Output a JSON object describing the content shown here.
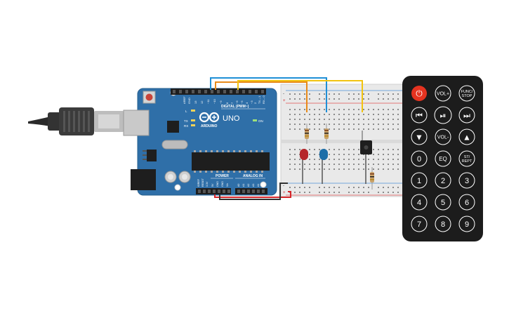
{
  "board": {
    "brand": "ARDUINO",
    "model": "UNO",
    "digital_header_label": "DIGITAL (PWM~)",
    "power_label": "POWER",
    "analog_label": "ANALOG IN",
    "tx_label": "TX",
    "rx_label": "RX",
    "l_label": "L",
    "on_label": "ON",
    "aref_label": "AREF",
    "gnd_label": "GND",
    "digital_pins": [
      "13",
      "12",
      "~11",
      "~10",
      "~9",
      "8",
      "7",
      "~6",
      "~5",
      "4",
      "~3",
      "2",
      "TX→1",
      "RX←0"
    ],
    "power_pins": [
      "IOREF",
      "RESET",
      "3.3V",
      "5V",
      "GND",
      "GND",
      "Vin"
    ],
    "analog_pins": [
      "A0",
      "A1",
      "A2",
      "A3",
      "A4",
      "A5"
    ]
  },
  "breadboard": {
    "rail_minus": "-",
    "rail_plus": "+"
  },
  "remote": {
    "buttons": {
      "power": "⏻",
      "vol_up": "VOL+",
      "func_stop_line1": "FUNC/",
      "func_stop_line2": "STOP",
      "prev": "⏮",
      "play_pause": "⏯",
      "next": "⏭",
      "down": "▼",
      "vol_down": "VOL-",
      "up": "▲",
      "zero": "0",
      "eq": "EQ",
      "st_rept_line1": "ST/",
      "st_rept_line2": "REPT",
      "one": "1",
      "two": "2",
      "three": "3",
      "four": "4",
      "five": "5",
      "six": "6",
      "seven": "7",
      "eight": "8",
      "nine": "9"
    }
  },
  "colors": {
    "board_blue": "#2f6fa8",
    "wire_orange": "#e88a1a",
    "wire_blue": "#1f8fd6",
    "wire_yellow": "#f2c40f",
    "wire_red": "#d6262b",
    "wire_black": "#333333",
    "remote_body": "#1c1c1c",
    "power_button": "#e53320"
  }
}
